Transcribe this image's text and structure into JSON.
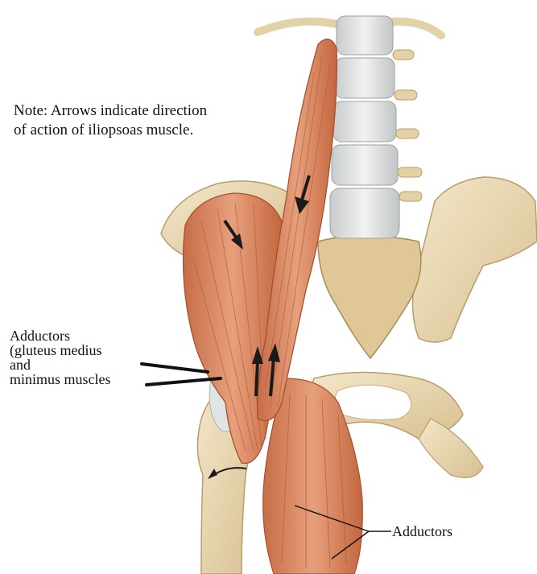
{
  "note": {
    "lines": [
      "Note: Arrows indicate direction",
      "of action of iliopsoas muscle."
    ]
  },
  "left_label": {
    "lines": [
      "Adductors",
      "(gluteus medius",
      "and",
      "minimus muscles"
    ]
  },
  "right_label": {
    "text": "Adductors"
  },
  "colors": {
    "bone": "#ecdcb8",
    "bone_shade": "#c8ad7c",
    "spine": "#e4e6e6",
    "muscle": "#dc8a66",
    "muscle_dark": "#b05a3a",
    "tendon": "#dfe5e6",
    "arrow": "#1a1a1a"
  },
  "icons": [
    "action-arrow",
    "rotation-arrow",
    "leader-line"
  ]
}
